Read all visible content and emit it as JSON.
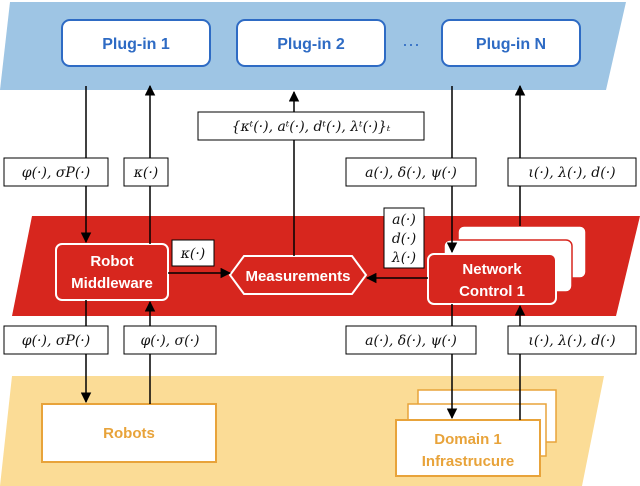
{
  "plugins": {
    "p1": "Plug-in 1",
    "p2": "Plug-in 2",
    "ellipsis": "···",
    "pn": "Plug-in N"
  },
  "nodes": {
    "robot_middleware_line1": "Robot",
    "robot_middleware_line2": "Middleware",
    "measurements": "Measurements",
    "network_control_line1": "Network",
    "network_control_line2": "Control 1",
    "robots": "Robots",
    "domain_line1": "Domain 1",
    "domain_line2": "Infrastrucure"
  },
  "labels": {
    "measurement_set": "{κᵗ(·), aᵗ(·), dᵗ(·), λᵗ(·)}ₜ",
    "phi_sigma_top": "φ(·), σP(·)",
    "kappa_top": "κ(·)",
    "a_delta_psi_top": "a(·), δ(·), ψ(·)",
    "iota_lambda_d_top": "ι(·), λ(·), d(·)",
    "kappa_mid": "κ(·)",
    "a_stack": "a(·)",
    "d_stack": "d(·)",
    "lambda_stack": "λ(·)",
    "phi_sigma_bottom": "φ(·), σP(·)",
    "phi_sigma2_bottom": "φ(·), σ(·)",
    "a_delta_psi_bottom": "a(·), δ(·), ψ(·)",
    "iota_lambda_d_bottom": "ι(·), λ(·), d(·)"
  },
  "colors": {
    "plugin_layer": "#9ec5e4",
    "plugin_text": "#2e6bc4",
    "network_layer": "#d7261e",
    "infra_layer": "#fbdc96",
    "infra_text": "#e8a33a"
  }
}
